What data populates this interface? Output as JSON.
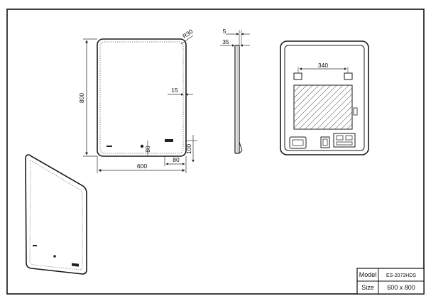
{
  "front_view": {
    "corner_radius_label": "R30",
    "height_label": "800",
    "width_label": "600",
    "inset_label": "15",
    "bottom_offset_label": "100",
    "sensor_height_label": "80",
    "sensor_side_label": "80"
  },
  "side_view": {
    "depth_label": "5",
    "frame_depth_label": "35"
  },
  "back_view": {
    "bracket_span_label": "340"
  },
  "title_block": {
    "model_label": "Model",
    "model_value": "ES-2073HDS",
    "size_label": "Size",
    "size_value": "600 x 800"
  },
  "colors": {
    "line": "#1a1a1a",
    "dim_line": "#333333",
    "hatch": "#444444"
  }
}
